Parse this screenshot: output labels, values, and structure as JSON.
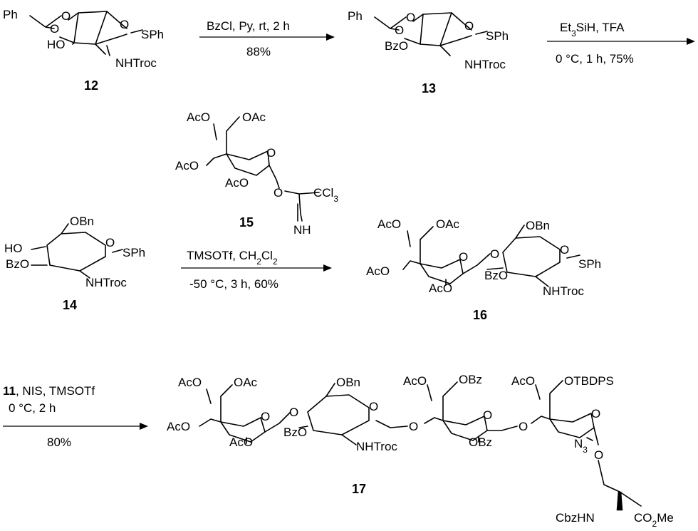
{
  "compounds": {
    "c12": {
      "number": "12",
      "ph": "Ph",
      "o1": "O",
      "o2": "O",
      "ho": "HO",
      "ring_o": "O",
      "sph": "SPh",
      "nhtroc": "NHTroc"
    },
    "c13": {
      "number": "13",
      "ph": "Ph",
      "o1": "O",
      "o2": "O",
      "bzo": "BzO",
      "ring_o": "O",
      "sph": "SPh",
      "nhtroc": "NHTroc"
    },
    "c14": {
      "number": "14",
      "obn": "OBn",
      "ho": "HO",
      "bzo": "BzO",
      "ring_o": "O",
      "sph": "SPh",
      "nhtroc": "NHTroc"
    },
    "c15": {
      "number": "15",
      "aco1": "AcO",
      "oac": "OAc",
      "aco2": "AcO",
      "ring_o": "O",
      "aco3": "AcO",
      "o_link": "O",
      "ccl3": "CCl",
      "ccl3_sub": "3",
      "nh": "NH"
    },
    "c16": {
      "number": "16",
      "aco1": "AcO",
      "oac": "OAc",
      "aco2": "AcO",
      "ring_o1": "O",
      "aco3": "AcO",
      "o_link": "O",
      "obn": "OBn",
      "bzo": "BzO",
      "ring_o2": "O",
      "sph": "SPh",
      "nhtroc": "NHTroc"
    },
    "c17": {
      "number": "17",
      "aco1": "AcO",
      "oac": "OAc",
      "aco2": "AcO",
      "ring_o1": "O",
      "aco3": "AcO",
      "o_link1": "O",
      "obn": "OBn",
      "bzo1": "BzO",
      "ring_o2": "O",
      "nhtroc": "NHTroc",
      "o_link2": "O",
      "aco4": "AcO",
      "obz1": "OBz",
      "ring_o3": "O",
      "obz2": "OBz",
      "o_link3": "O",
      "aco5": "AcO",
      "otbdps": "OTBDPS",
      "ring_o4": "O",
      "n3": "N",
      "n3_sub": "3",
      "o_ser": "O",
      "cbzhn": "CbzHN",
      "co2me_a": "CO",
      "co2me_sub": "2",
      "co2me_b": "Me"
    }
  },
  "reactions": {
    "r1": {
      "reagents": "BzCl, Py, rt, 2 h",
      "yield": "88%"
    },
    "r2": {
      "reagent_a": "Et",
      "reagent_sub": "3",
      "reagent_b": "SiH, TFA",
      "conditions": "0 °C, 1 h, 75%"
    },
    "r3": {
      "reagent_a": "TMSOTf, CH",
      "reagent_sub1": "2",
      "reagent_b": "Cl",
      "reagent_sub2": "2",
      "conditions": "-50 °C, 3 h, 60%"
    },
    "r4": {
      "reagent_bold": "11",
      "reagent_rest": ", NIS, TMSOTf",
      "conditions": "0 °C, 2 h",
      "yield": "80%"
    }
  }
}
